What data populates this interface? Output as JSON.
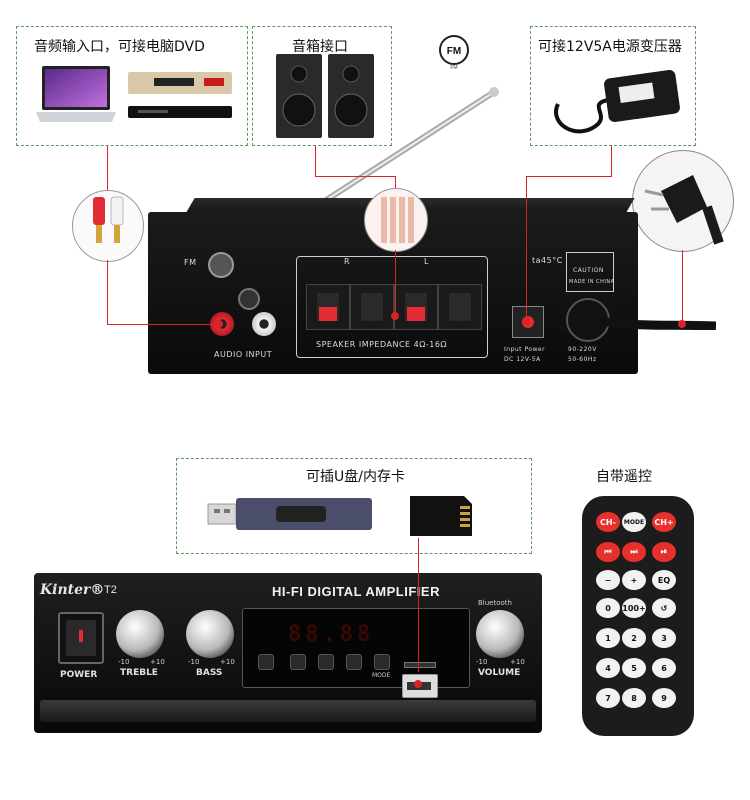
{
  "captions": {
    "audio_input": "音频输入口，可接电脑DVD",
    "speaker_port": "音箱接口",
    "power_adapter": "可接12V5A电源变压器",
    "usb_card": "可插U盘/内存卡",
    "remote": "自带遥控"
  },
  "fm_logo": {
    "main": "FM",
    "sub": "FM"
  },
  "rear_panel": {
    "fm_label": "FM",
    "audio_input_label": "AUDIO INPUT",
    "r_label": "R",
    "l_label": "L",
    "speaker_impedance": "SPEAKER IMPEDANCE 4Ω-16Ω",
    "temp": "ta45°C",
    "caution": "CAUTION",
    "made_in": "MADE IN CHINA",
    "input_power": "Input Power",
    "dc_rating": "DC 12V-5A",
    "ac_range": "90-220V",
    "ac_freq": "50-60Hz"
  },
  "front_panel": {
    "brand": "Kinter®",
    "model": "T2",
    "title": "HI-FI DIGITAL AMPLIFIER",
    "bluetooth": "Bluetooth",
    "power": "POWER",
    "treble": "TREBLE",
    "bass": "BASS",
    "volume": "VOLUME",
    "mode": "MODE",
    "minus10": "-10",
    "plus10": "+10",
    "display": "88.88"
  },
  "remote": {
    "buttons": [
      "CH-",
      "MODE",
      "CH+",
      "⏮",
      "⏭",
      "⏯",
      "−",
      "+",
      "EQ",
      "0",
      "100+",
      "↺",
      "1",
      "2",
      "3",
      "4",
      "5",
      "6",
      "7",
      "8",
      "9"
    ]
  },
  "colors": {
    "accent_red": "#d9232a",
    "dashed_border": "#5a9a5a"
  }
}
